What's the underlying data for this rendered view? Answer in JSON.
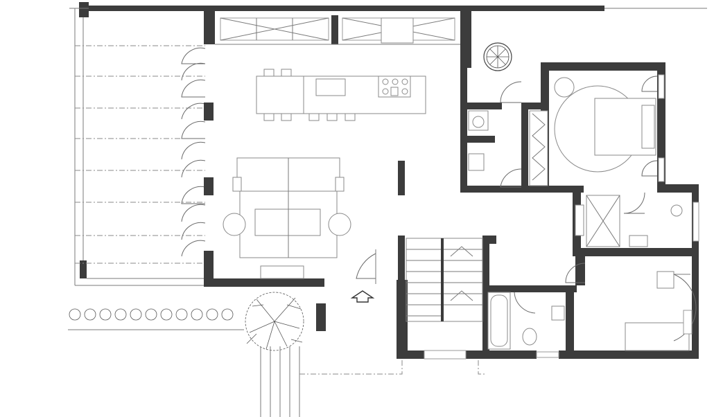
{
  "plan": {
    "rooms": [
      {
        "name": "open-living-kitchen"
      },
      {
        "name": "covered-terrace"
      },
      {
        "name": "master-bedroom"
      },
      {
        "name": "master-bathroom"
      },
      {
        "name": "powder-room"
      },
      {
        "name": "staircase"
      },
      {
        "name": "family-bathroom"
      },
      {
        "name": "second-bedroom"
      }
    ],
    "colors": {
      "wall": "#3c3c3c",
      "line": "#7a7a7a",
      "background": "#ffffff"
    },
    "icons": [
      "entry-arrow-icon",
      "tree-icon",
      "round-planter-icon",
      "shrub-hedge-icon"
    ]
  }
}
